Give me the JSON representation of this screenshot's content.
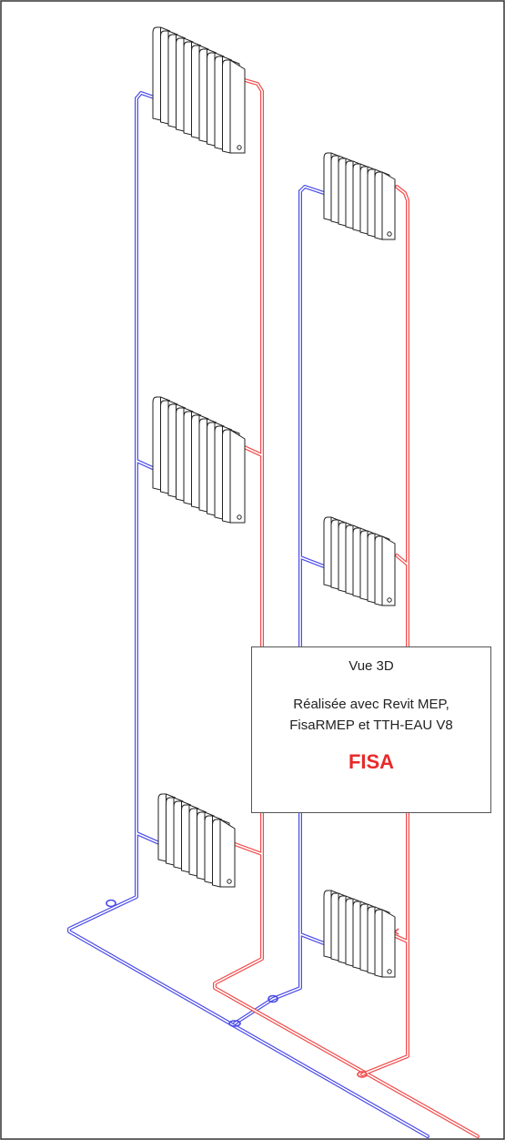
{
  "colors": {
    "return_pipe": "#4a4ae8",
    "supply_pipe": "#f04a4a",
    "outline": "#222222",
    "brand": "#e82a2a"
  },
  "info_box": {
    "title": "Vue 3D",
    "description": "Réalisée avec Revit MEP,\nFisaRMEP et TTH-EAU V8",
    "brand": "FISA"
  }
}
